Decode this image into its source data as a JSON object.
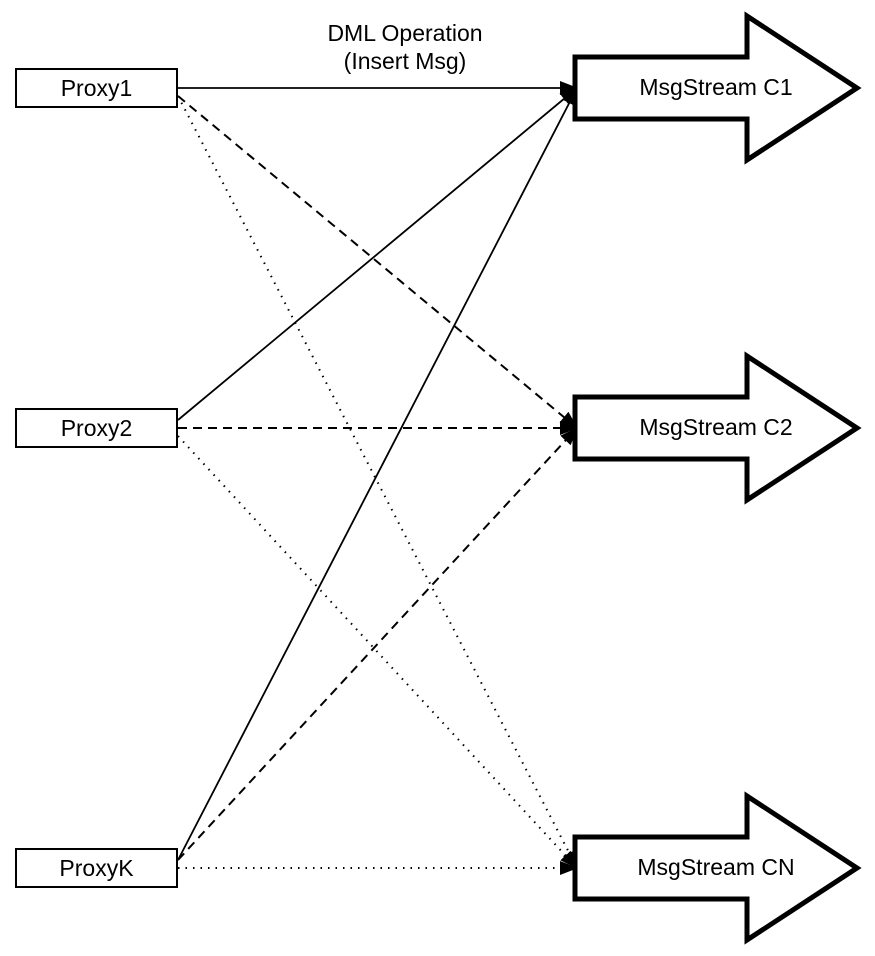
{
  "page": {
    "background_color": "#ffffff",
    "ink_color": "#000000",
    "node_fill_color": "#ffffff"
  },
  "title": {
    "line1": "DML Operation",
    "line2": "(Insert Msg)"
  },
  "nodes": {
    "proxies": [
      {
        "id": "proxy1",
        "label": "Proxy1"
      },
      {
        "id": "proxy2",
        "label": "Proxy2"
      },
      {
        "id": "proxyk",
        "label": "ProxyK"
      }
    ],
    "streams": [
      {
        "id": "c1",
        "label": "MsgStream C1",
        "incoming_line_style": "solid"
      },
      {
        "id": "c2",
        "label": "MsgStream C2",
        "incoming_line_style": "dashed"
      },
      {
        "id": "cn",
        "label": "MsgStream CN",
        "incoming_line_style": "dotted"
      }
    ]
  },
  "edges": [
    {
      "from": "proxy1",
      "to": "c1",
      "style": "solid",
      "arrowhead": "filled-triangle"
    },
    {
      "from": "proxy2",
      "to": "c1",
      "style": "solid",
      "arrowhead": "filled-triangle"
    },
    {
      "from": "proxyk",
      "to": "c1",
      "style": "solid",
      "arrowhead": "filled-triangle"
    },
    {
      "from": "proxy1",
      "to": "c2",
      "style": "dashed",
      "arrowhead": "filled-triangle"
    },
    {
      "from": "proxy2",
      "to": "c2",
      "style": "dashed",
      "arrowhead": "filled-triangle"
    },
    {
      "from": "proxyk",
      "to": "c2",
      "style": "dashed",
      "arrowhead": "filled-triangle"
    },
    {
      "from": "proxy1",
      "to": "cn",
      "style": "dotted",
      "arrowhead": "filled-triangle"
    },
    {
      "from": "proxy2",
      "to": "cn",
      "style": "dotted",
      "arrowhead": "filled-triangle"
    },
    {
      "from": "proxyk",
      "to": "cn",
      "style": "dotted",
      "arrowhead": "filled-triangle"
    }
  ]
}
